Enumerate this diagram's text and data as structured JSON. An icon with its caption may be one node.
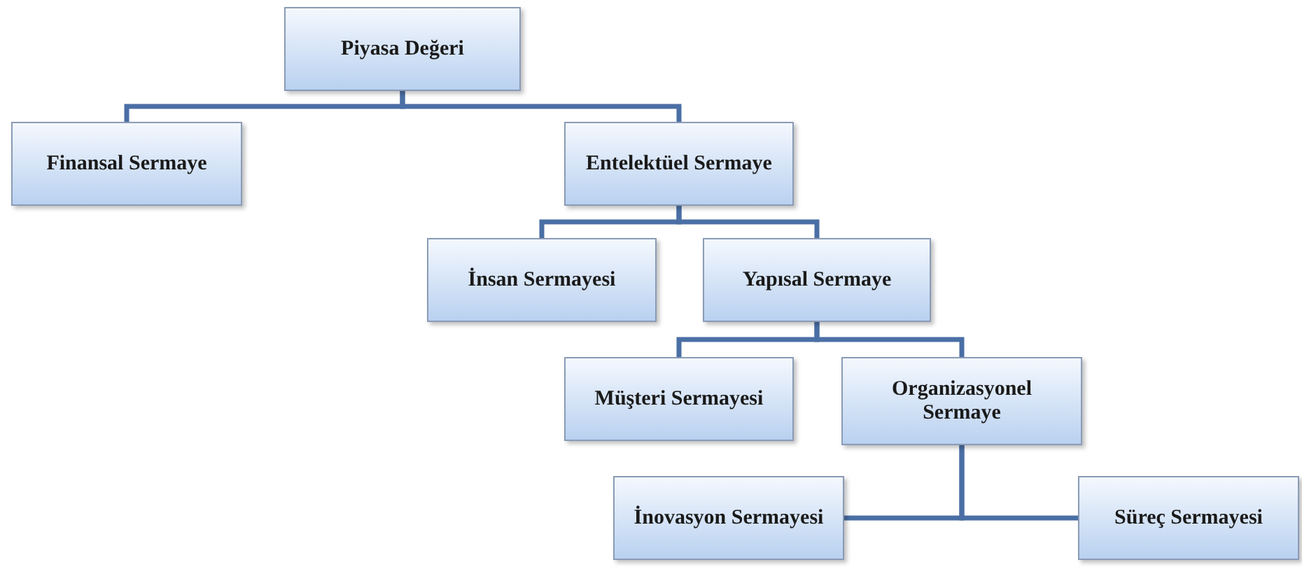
{
  "diagram": {
    "nodes": [
      {
        "text": [
          "Piyasa Değeri"
        ]
      },
      {
        "text": [
          "Finansal Sermaye"
        ]
      },
      {
        "text": [
          "Entelektüel Sermaye"
        ]
      },
      {
        "text": [
          "İnsan Sermayesi"
        ]
      },
      {
        "text": [
          "Yapısal Sermaye"
        ]
      },
      {
        "text": [
          "Müşteri Sermayesi"
        ]
      },
      {
        "text": [
          "Organizasyonel Sermaye"
        ]
      },
      {
        "text": [
          "İnovasyon Sermayesi"
        ]
      },
      {
        "text": [
          "Süreç Sermayesi"
        ]
      }
    ],
    "edges": [
      {
        "from": 0,
        "to": 1,
        "arrow": "none"
      },
      {
        "from": 0,
        "to": 2,
        "arrow": "none"
      },
      {
        "from": 2,
        "to": 3,
        "arrow": "none"
      },
      {
        "from": 2,
        "to": 4,
        "arrow": "none"
      },
      {
        "from": 4,
        "to": 5,
        "arrow": "none"
      },
      {
        "from": 4,
        "to": 6,
        "arrow": "none"
      },
      {
        "from": 6,
        "to": 7,
        "arrow": "none"
      },
      {
        "from": 6,
        "to": 8,
        "arrow": "none"
      }
    ]
  }
}
